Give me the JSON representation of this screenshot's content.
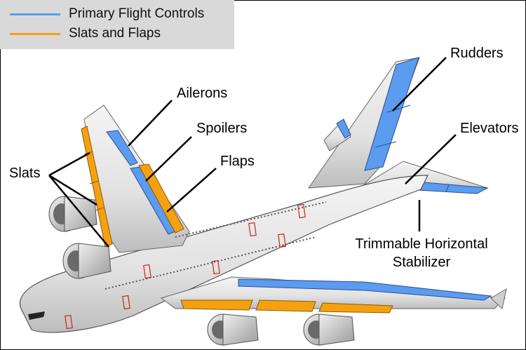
{
  "legend": {
    "items": [
      {
        "label": "Primary Flight Controls",
        "color": "#5b9bf0"
      },
      {
        "label": "Slats and Flaps",
        "color": "#f5a10f"
      }
    ]
  },
  "labels": {
    "ailerons": "Ailerons",
    "spoilers": "Spoilers",
    "flaps": "Flaps",
    "slats": "Slats",
    "rudders": "Rudders",
    "elevators": "Elevators",
    "ths_line1": "Trimmable Horizontal",
    "ths_line2": "Stabilizer"
  },
  "colors": {
    "primary_controls": "#5b9bf0",
    "slats_flaps": "#f5a10f",
    "fuselage": "#e6e6e6",
    "door_outline": "#d02020"
  }
}
